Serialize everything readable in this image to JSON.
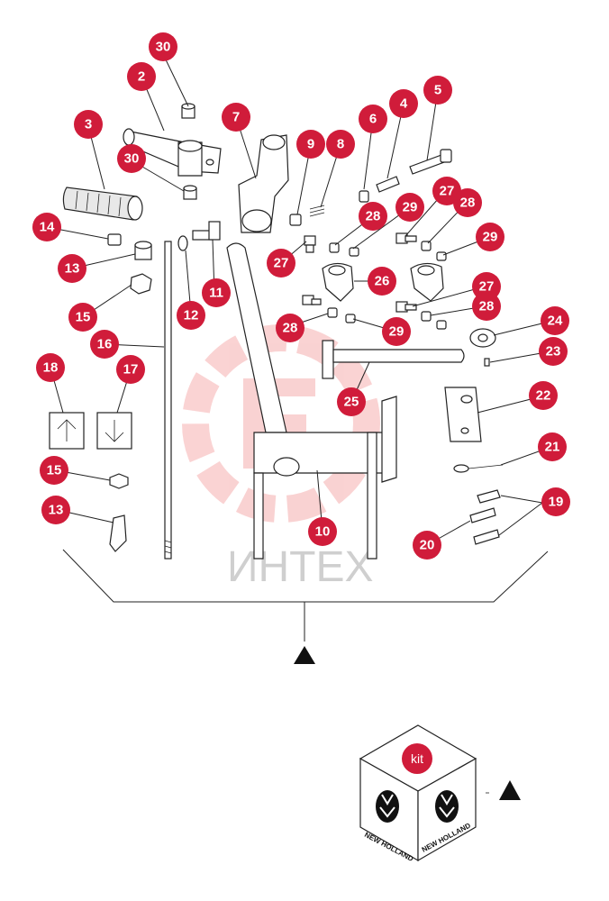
{
  "callouts": [
    {
      "label": "30"
    },
    {
      "label": "2"
    },
    {
      "label": "3"
    },
    {
      "label": "30"
    },
    {
      "label": "7"
    },
    {
      "label": "9"
    },
    {
      "label": "8"
    },
    {
      "label": "6"
    },
    {
      "label": "4"
    },
    {
      "label": "5"
    },
    {
      "label": "27"
    },
    {
      "label": "28"
    },
    {
      "label": "29"
    },
    {
      "label": "28"
    },
    {
      "label": "29"
    },
    {
      "label": "14"
    },
    {
      "label": "13"
    },
    {
      "label": "15"
    },
    {
      "label": "12"
    },
    {
      "label": "11"
    },
    {
      "label": "16"
    },
    {
      "label": "27"
    },
    {
      "label": "26"
    },
    {
      "label": "27"
    },
    {
      "label": "28"
    },
    {
      "label": "28"
    },
    {
      "label": "29"
    },
    {
      "label": "24"
    },
    {
      "label": "23"
    },
    {
      "label": "25"
    },
    {
      "label": "22"
    },
    {
      "label": "18"
    },
    {
      "label": "17"
    },
    {
      "label": "21"
    },
    {
      "label": "15"
    },
    {
      "label": "19"
    },
    {
      "label": "13"
    },
    {
      "label": "10"
    },
    {
      "label": "20"
    }
  ],
  "watermark": {
    "text": "ИНТЕХ",
    "color": "#f08080"
  },
  "kit": {
    "label": "kit",
    "brand": "NEW HOLLAND"
  },
  "colors": {
    "callout": "#d01c3a",
    "line": "#222222"
  }
}
